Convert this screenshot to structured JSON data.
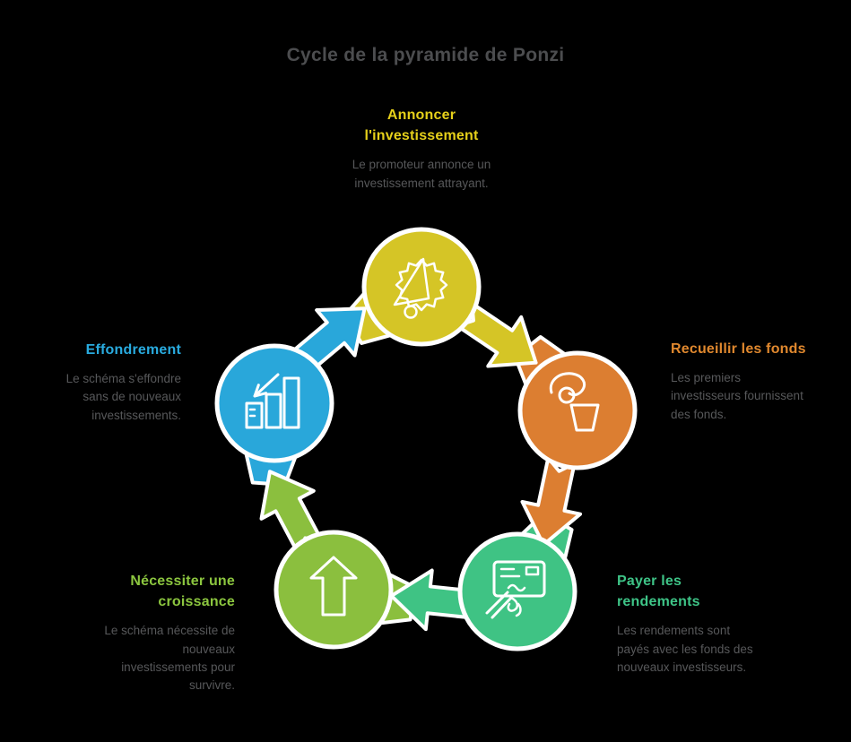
{
  "title": "Cycle de la pyramide de Ponzi",
  "colors": {
    "background": "#000000",
    "title_text": "#4c4d4f",
    "body_text": "#57585a",
    "outline": "#ffffff"
  },
  "steps": [
    {
      "name": "announce",
      "heading": "Annoncer\nl'investissement",
      "body": "Le promoteur annonce un\ninvestissement attrayant.",
      "heading_color": "#e6d01a",
      "node_color": "#d5c526",
      "icon": "megaphone-icon"
    },
    {
      "name": "collect",
      "heading": "Recueillir les fonds",
      "body": "Les premiers\ninvestisseurs fournissent\ndes fonds.",
      "heading_color": "#e0882e",
      "node_color": "#dc7e31",
      "icon": "hand-coin-icon"
    },
    {
      "name": "pay",
      "heading": "Payer les\nrendements",
      "body": "Les rendements sont\npayés avec les fonds des\nnouveaux investisseurs.",
      "heading_color": "#3ec487",
      "node_color": "#3fc384",
      "icon": "cheque-hand-icon"
    },
    {
      "name": "growth",
      "heading": "Nécessiter une\ncroissance",
      "body": "Le schéma nécessite de\nnouveaux\ninvestissements pour\nsurvivre.",
      "heading_color": "#8cc63f",
      "node_color": "#8bbf3e",
      "icon": "up-arrow-icon"
    },
    {
      "name": "collapse",
      "heading": "Effondrement",
      "body": "Le schéma s'effondre\nsans de nouveaux\ninvestissements.",
      "heading_color": "#29abdf",
      "node_color": "#29a7da",
      "icon": "falling-chart-icon"
    }
  ]
}
